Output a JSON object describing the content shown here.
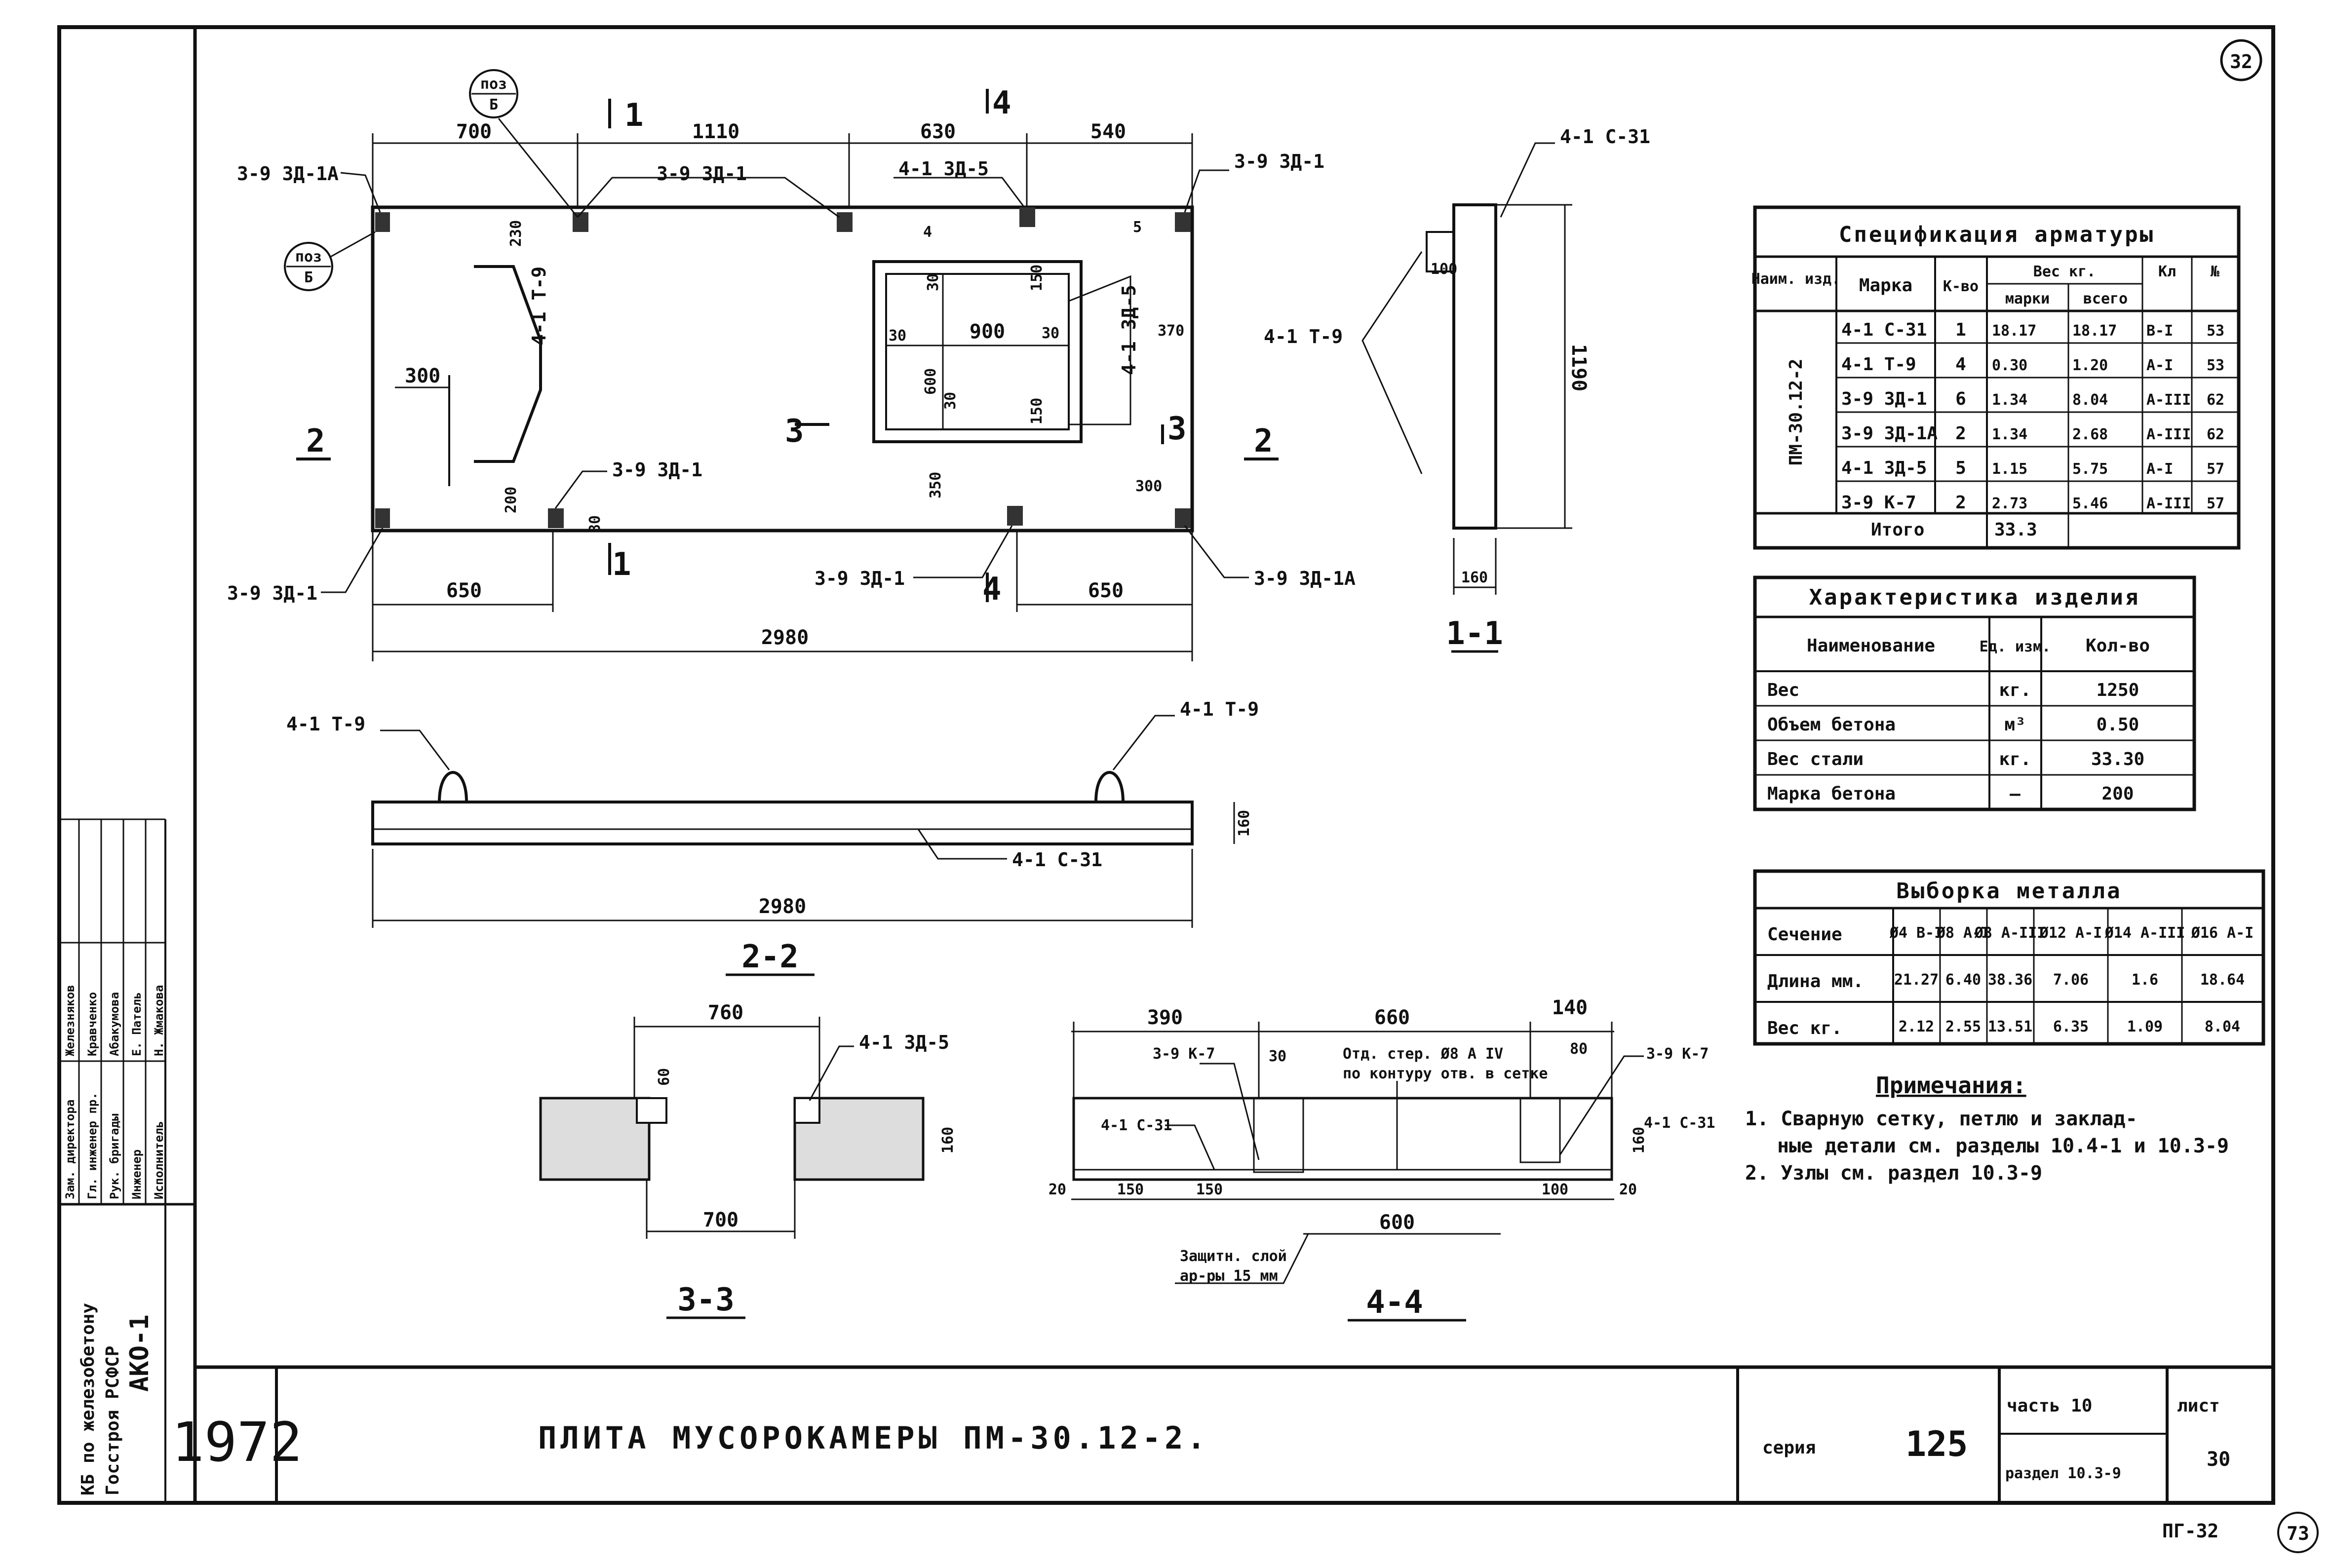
{
  "sheet": {
    "sheet_number": "32",
    "corner_stamp": "73",
    "page_ref": "ПГ-32"
  },
  "plan": {
    "marks": {
      "top_left": "3-9 ЗД-1А",
      "top_middle": "3-9 ЗД-1",
      "top_right_a": "4-1 ЗД-5",
      "top_right": "3-9 ЗД-1",
      "bottom_left": "3-9 ЗД-1",
      "bottom_middle": "3-9 ЗД-1",
      "bottom_center": "3-9 ЗД-1",
      "bottom_right": "3-9 ЗД-1А",
      "loop": "4-1 Т-9",
      "opening_side": "4-1 ЗД-5"
    },
    "callouts": {
      "c1_top": "поз",
      "c1_bottom": "Б",
      "c2_top": "поз",
      "c2_bottom": "Б"
    },
    "dims": {
      "top_1": "700",
      "top_2": "1110",
      "top_3": "630",
      "top_4": "540",
      "bottom_1": "650",
      "bottom_2": "650",
      "overall": "2980",
      "left_v": "300",
      "v1": "230",
      "v2": "200",
      "v3": "80",
      "v4": "350",
      "v5": "370",
      "small_right": "300",
      "opening_w": "900",
      "opening_h": "600",
      "t30a": "30",
      "t30b": "30",
      "t30c": "30",
      "t30d": "30",
      "t150a": "150",
      "t150b": "150",
      "t5": "5",
      "t4": "4"
    },
    "cuts": {
      "c1": "1",
      "c2": "2",
      "c3": "3",
      "c4": "4"
    }
  },
  "section_1_1": {
    "mark": "4-1 С-31",
    "loop": "4-1 Т-9",
    "h": "1190",
    "w": "160",
    "top": "100",
    "label": "1-1"
  },
  "section_2_2": {
    "loop_left": "4-1 Т-9",
    "loop_right": "4-1 Т-9",
    "mesh": "4-1 С-31",
    "length": "2980",
    "h": "160",
    "label": "2-2"
  },
  "section_3_3": {
    "dim_top": "760",
    "dim_bottom": "700",
    "h": "160",
    "h2": "60",
    "mark": "4-1 ЗД-5",
    "label": "3-3"
  },
  "section_4_4": {
    "d1": "390",
    "d2": "660",
    "d3": "140",
    "mark_l": "3-9 К-7",
    "mark_r": "3-9 К-7",
    "mesh_l": "4-1 С-31",
    "mesh_r": "4-1 С-31",
    "d30": "30",
    "d80": "80",
    "note1": "Отд. стер. Ø8 А IV",
    "note2": "по контуру отв. в сетке",
    "b20l": "20",
    "b150a": "150",
    "b150b": "150",
    "b600": "600",
    "b100": "100",
    "b20r": "20",
    "h": "160",
    "cover1": "Защитн. слой",
    "cover2": "ар-ры 15 мм",
    "label": "4-4"
  },
  "spec_table": {
    "title": "Спецификация арматуры",
    "h_name": "Наим. изд.",
    "h_mark": "Марка",
    "h_qty": "К-во",
    "h_weight": "Вес кг.",
    "h_unit": "марки",
    "h_total": "всего",
    "h_a": "Кл",
    "h_b": "№",
    "group": "ПМ-30.12-2",
    "rows": [
      {
        "mark": "4-1 С-31",
        "qty": "1",
        "unit": "18.17",
        "total": "18.17",
        "cls": "В-I",
        "n": "53"
      },
      {
        "mark": "4-1 Т-9",
        "qty": "4",
        "unit": "0.30",
        "total": "1.20",
        "cls": "А-I",
        "n": "53"
      },
      {
        "mark": "3-9 ЗД-1",
        "qty": "6",
        "unit": "1.34",
        "total": "8.04",
        "cls": "А-III",
        "n": "62"
      },
      {
        "mark": "3-9 ЗД-1А",
        "qty": "2",
        "unit": "1.34",
        "total": "2.68",
        "cls": "А-III",
        "n": "62"
      },
      {
        "mark": "4-1 ЗД-5",
        "qty": "5",
        "unit": "1.15",
        "total": "5.75",
        "cls": "А-I",
        "n": "57"
      },
      {
        "mark": "3-9 К-7",
        "qty": "2",
        "unit": "2.73",
        "total": "5.46",
        "cls": "А-III",
        "n": "57"
      }
    ],
    "total_label": "Итого",
    "total_value": "33.3"
  },
  "char_table": {
    "title": "Характеристика изделия",
    "h_name": "Наименование",
    "h_unit": "Ед. изм.",
    "h_qty": "Кол-во",
    "rows": [
      {
        "name": "Вес",
        "unit": "кг.",
        "value": "1250"
      },
      {
        "name": "Объем бетона",
        "unit": "м³",
        "value": "0.50"
      },
      {
        "name": "Вес стали",
        "unit": "кг.",
        "value": "33.30"
      },
      {
        "name": "Марка бетона",
        "unit": "—",
        "value": "200"
      }
    ]
  },
  "steel_table": {
    "title": "Выборка металла",
    "row1_label": "Сечение",
    "row2_label": "Длина мм.",
    "row3_label": "Вес кг.",
    "cols": [
      "Ø4 В-I",
      "Ø8 А-I",
      "Ø8 А-III",
      "Ø12 А-I",
      "Ø14 А-III",
      "Ø16 А-I"
    ],
    "lengths": [
      "21.27",
      "6.40",
      "38.36",
      "7.06",
      "1.6",
      "18.64"
    ],
    "weights": [
      "2.12",
      "2.55",
      "13.51",
      "6.35",
      "1.09",
      "8.04"
    ]
  },
  "notes": {
    "title": "Примечания:",
    "n1a": "1. Сварную сетку, петлю и заклад-",
    "n1b": "ные детали см. разделы 10.4-1 и 10.3-9",
    "n2": "2. Узлы см. раздел 10.3-9"
  },
  "title_block": {
    "year": "1972",
    "title": "ПЛИТА МУСОРОКАМЕРЫ ПМ-30.12-2.",
    "series_label": "серия",
    "series_value": "125",
    "part_label": "часть 10",
    "section_label": "раздел 10.3-9",
    "sheet_label": "лист",
    "sheet_value": "30"
  },
  "side_stamp": {
    "org1": "КБ по железобетону",
    "org2": "Госстроя РСФСР",
    "code": "АКО-1",
    "roles": [
      "Зам. директора",
      "Гл. инженер пр.",
      "Рук. бригады",
      "Инженер",
      "Исполнитель"
    ],
    "names": [
      "Железняков",
      "Кравченко",
      "Абакумова",
      "Е. Патель",
      "Н. Жмакова"
    ]
  }
}
